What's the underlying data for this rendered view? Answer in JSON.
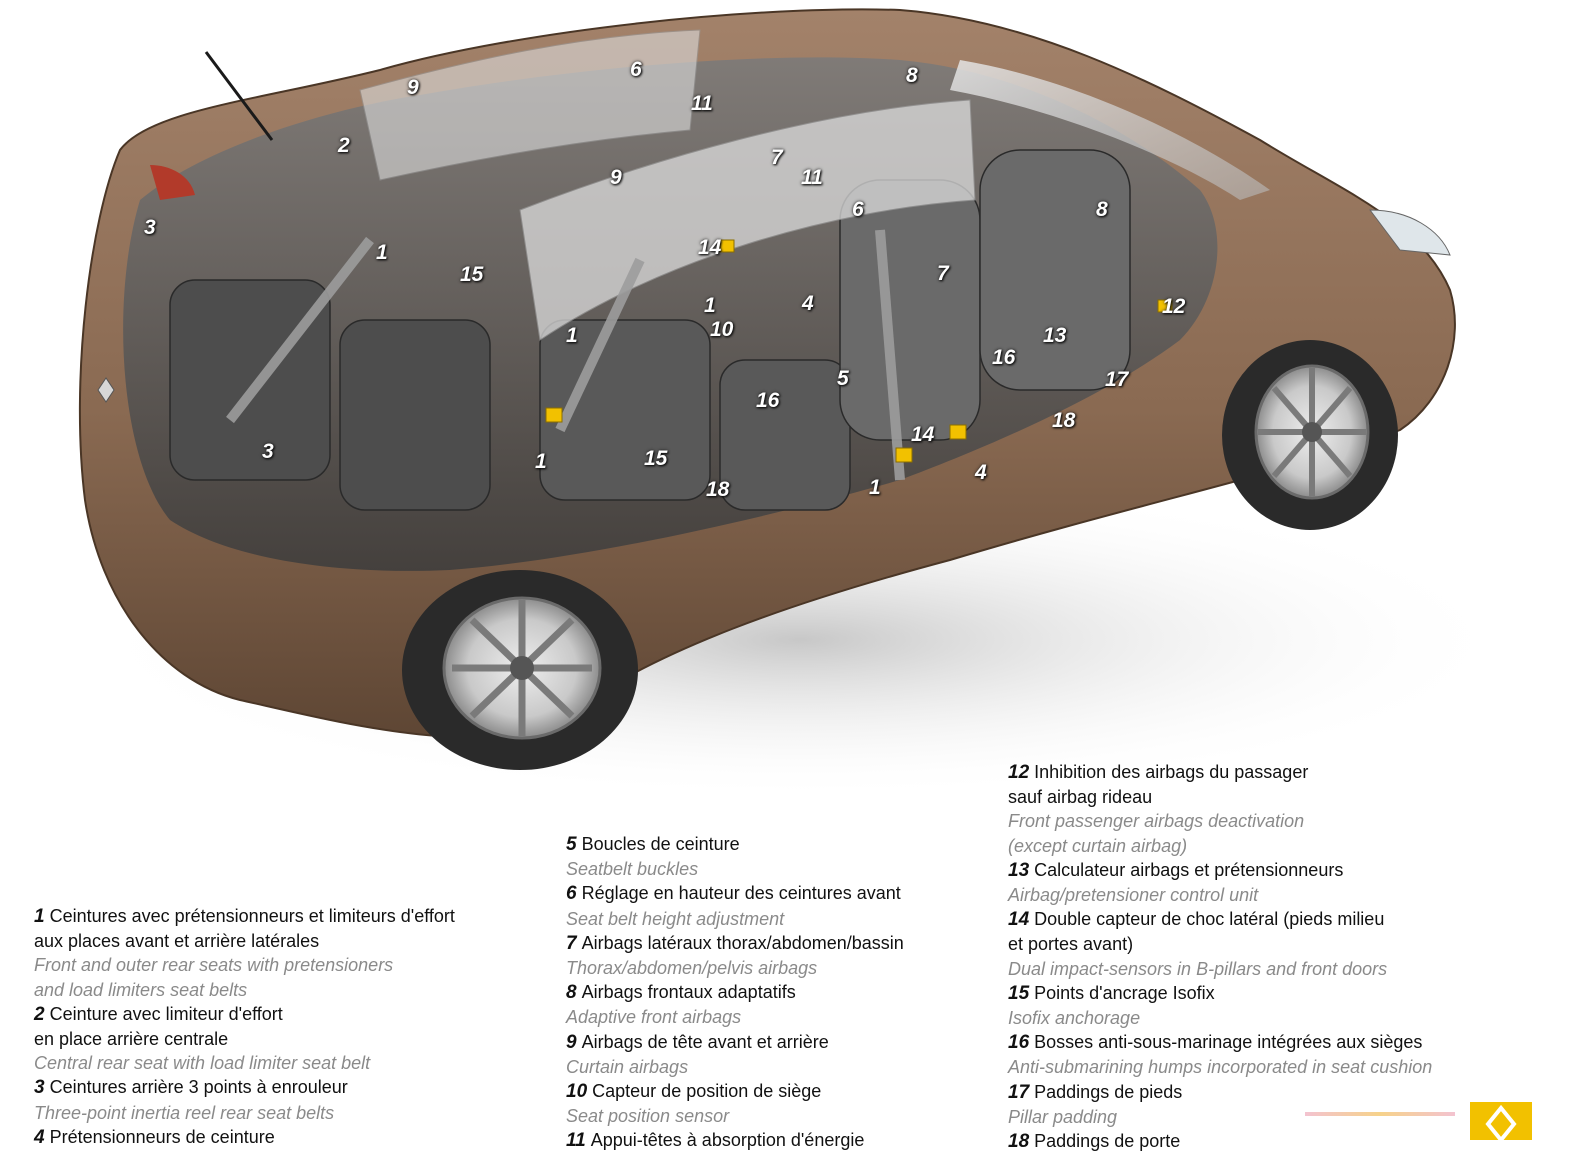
{
  "colors": {
    "body_paint": "#8a6a52",
    "body_paint_dark": "#5e4634",
    "brand_yellow": "#f2c100",
    "legend_french": "#111111",
    "legend_english": "#8a8a8a"
  },
  "callouts": [
    {
      "n": "1"
    },
    {
      "n": "1"
    },
    {
      "n": "1"
    },
    {
      "n": "1"
    },
    {
      "n": "1"
    },
    {
      "n": "2"
    },
    {
      "n": "3"
    },
    {
      "n": "3"
    },
    {
      "n": "4"
    },
    {
      "n": "4"
    },
    {
      "n": "5"
    },
    {
      "n": "6"
    },
    {
      "n": "6"
    },
    {
      "n": "7"
    },
    {
      "n": "7"
    },
    {
      "n": "8"
    },
    {
      "n": "8"
    },
    {
      "n": "9"
    },
    {
      "n": "9"
    },
    {
      "n": "10"
    },
    {
      "n": "11"
    },
    {
      "n": "11"
    },
    {
      "n": "12"
    },
    {
      "n": "13"
    },
    {
      "n": "14"
    },
    {
      "n": "14"
    },
    {
      "n": "15"
    },
    {
      "n": "15"
    },
    {
      "n": "16"
    },
    {
      "n": "16"
    },
    {
      "n": "17"
    },
    {
      "n": "18"
    },
    {
      "n": "18"
    }
  ],
  "legend": {
    "col1": [
      {
        "num": "1",
        "fr": [
          "Ceintures avec prétensionneurs et limiteurs d'effort",
          "aux places avant et arrière latérales"
        ],
        "en": [
          "Front and outer rear seats with pretensioners",
          "and load limiters seat belts"
        ]
      },
      {
        "num": "2",
        "fr": [
          "Ceinture avec limiteur d'effort",
          "en place arrière centrale"
        ],
        "en": [
          "Central rear seat with load limiter seat belt"
        ]
      },
      {
        "num": "3",
        "fr": [
          "Ceintures arrière 3 points à enrouleur"
        ],
        "en": [
          "Three-point inertia reel rear seat belts"
        ]
      },
      {
        "num": "4",
        "fr": [
          "Prétensionneurs de ceinture"
        ],
        "en": []
      }
    ],
    "col2": [
      {
        "num": "5",
        "fr": [
          "Boucles de ceinture"
        ],
        "en": [
          "Seatbelt buckles"
        ]
      },
      {
        "num": "6",
        "fr": [
          "Réglage en hauteur des ceintures avant"
        ],
        "en": [
          "Seat belt height adjustment"
        ]
      },
      {
        "num": "7",
        "fr": [
          "Airbags latéraux thorax/abdomen/bassin"
        ],
        "en": [
          "Thorax/abdomen/pelvis airbags"
        ]
      },
      {
        "num": "8",
        "fr": [
          "Airbags frontaux adaptatifs"
        ],
        "en": [
          "Adaptive front airbags"
        ]
      },
      {
        "num": "9",
        "fr": [
          "Airbags de tête avant et arrière"
        ],
        "en": [
          "Curtain airbags"
        ]
      },
      {
        "num": "10",
        "fr": [
          "Capteur de position de siège"
        ],
        "en": [
          "Seat position sensor"
        ]
      },
      {
        "num": "11",
        "fr": [
          "Appui-têtes à absorption d'énergie"
        ],
        "en": []
      }
    ],
    "col3": [
      {
        "num": "12",
        "fr": [
          "Inhibition des airbags du passager",
          "sauf airbag rideau"
        ],
        "en": [
          "Front passenger airbags deactivation",
          "(except curtain airbag)"
        ]
      },
      {
        "num": "13",
        "fr": [
          "Calculateur airbags et prétensionneurs"
        ],
        "en": [
          "Airbag/pretensioner control unit"
        ]
      },
      {
        "num": "14",
        "fr": [
          "Double capteur de choc latéral (pieds milieu",
          "et portes avant)"
        ],
        "en": [
          "Dual impact-sensors in B-pillars and front doors"
        ]
      },
      {
        "num": "15",
        "fr": [
          "Points d'ancrage Isofix"
        ],
        "en": [
          "Isofix anchorage"
        ]
      },
      {
        "num": "16",
        "fr": [
          "Bosses anti-sous-marinage intégrées aux sièges"
        ],
        "en": [
          "Anti-submarining humps incorporated in seat cushion"
        ]
      },
      {
        "num": "17",
        "fr": [
          "Paddings de pieds"
        ],
        "en": [
          "Pillar padding"
        ]
      },
      {
        "num": "18",
        "fr": [
          "Paddings de porte"
        ],
        "en": []
      }
    ]
  }
}
